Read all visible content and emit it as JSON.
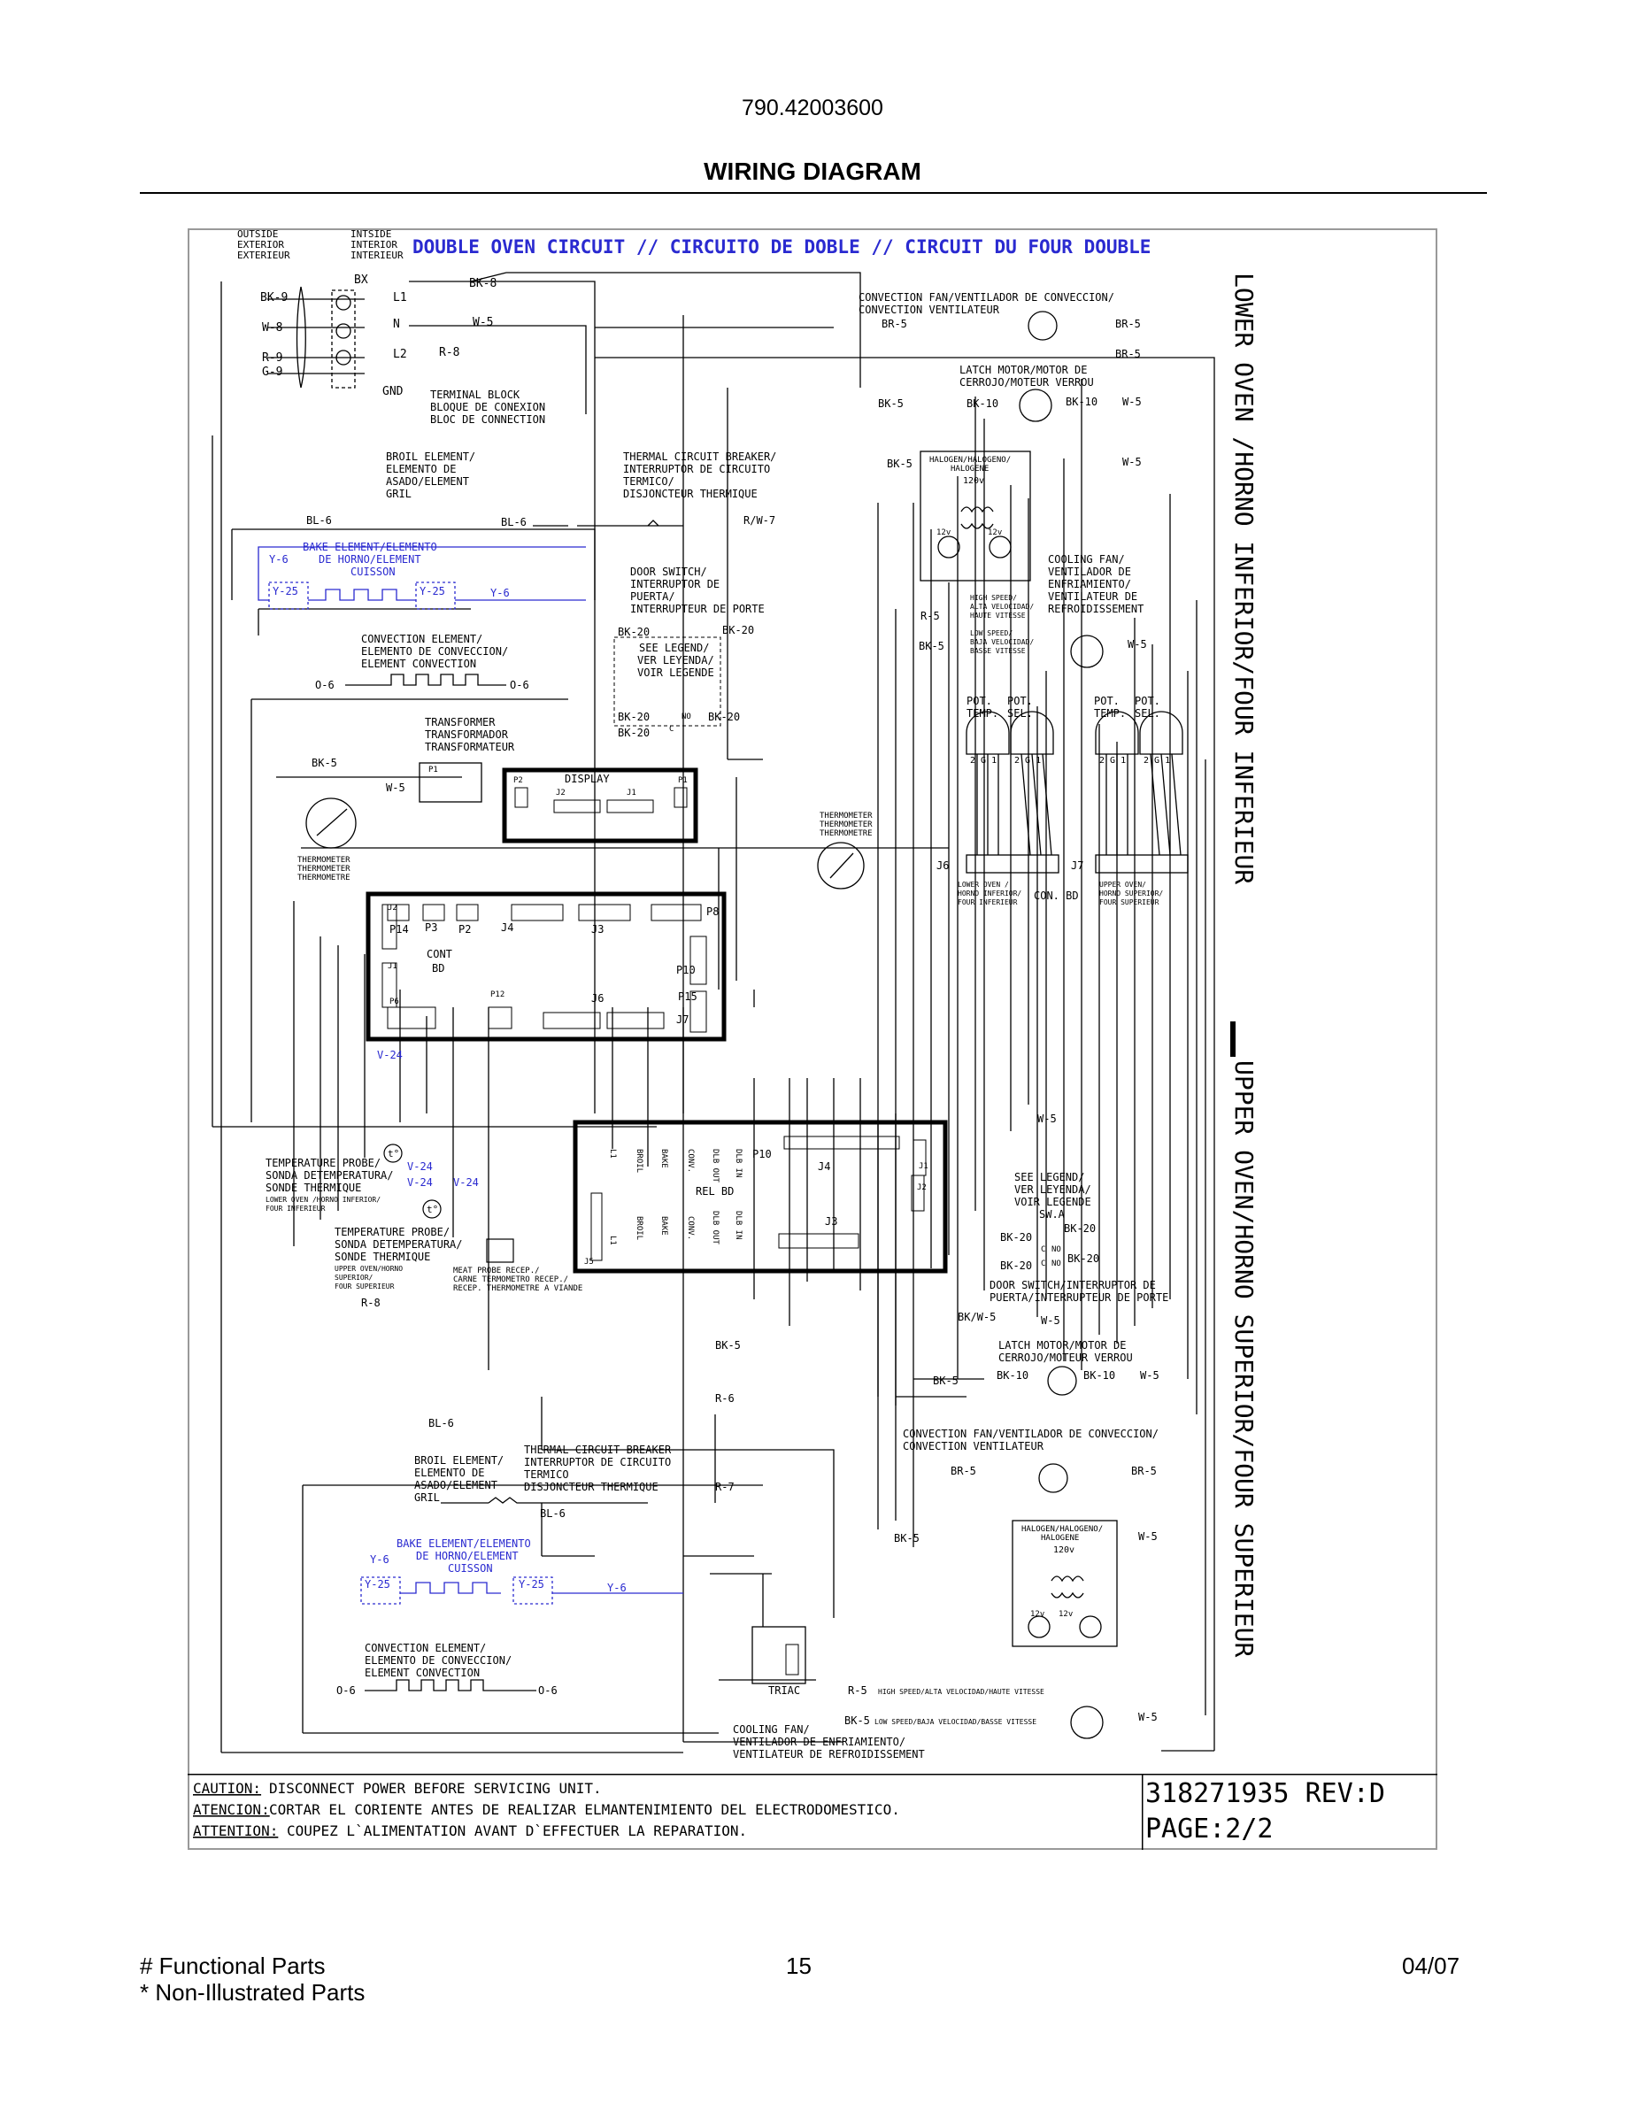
{
  "header": {
    "model": "790.42003600",
    "title": "WIRING DIAGRAM"
  },
  "diagram": {
    "zones": [
      "OUTSIDE",
      "EXTERIOR",
      "EXTERIEUR",
      "INTSIDE",
      "INTERIOR",
      "INTERIEUR"
    ],
    "banner": "DOUBLE OVEN CIRCUIT // CIRCUITO DE DOBLE // CIRCUIT DU FOUR DOUBLE",
    "side_title_lower": "LOWER OVEN /HORNO INFERIOR/FOUR INFERIEUR",
    "side_title_upper": "UPPER OVEN/HORNO SUPERIOR/FOUR SUPERIEUR",
    "terminal": {
      "bx": "BX",
      "l1": "L1",
      "n": "N",
      "l2": "L2",
      "gnd": "GND",
      "lines": [
        "TERMINAL BLOCK",
        "BLOQUE DE CONEXION",
        "BLOC DE CONNECTION"
      ]
    },
    "wires": {
      "bk9": "BK-9",
      "w8": "W-8",
      "r9": "R-9",
      "g9": "G-9",
      "bk8": "BK-8",
      "w5": "W-5",
      "r8": "R-8",
      "br5": "BR-5",
      "bk5": "BK-5",
      "bk10": "BK-10",
      "bl6": "BL-6",
      "y6": "Y-6",
      "y25": "Y-25",
      "o6": "O-6",
      "rw7": "R/W-7",
      "bk20": "BK-20",
      "r5": "R-5",
      "v24": "V-24",
      "r6": "R-6",
      "r7": "R-7",
      "bkw5": "BK/W-5",
      "no": "NO",
      "c": "C"
    },
    "labels": {
      "conv_fan_lower": [
        "CONVECTION FAN/VENTILADOR DE CONVECCION/",
        "CONVECTION VENTILATEUR"
      ],
      "latch_lower": [
        "LATCH MOTOR/MOTOR DE",
        "CERROJO/MOTEUR VERROU"
      ],
      "broil_lower": [
        "BROIL ELEMENT/",
        "ELEMENTO DE",
        "ASADO/ELEMENT",
        "GRIL"
      ],
      "thermal_lower": [
        "THERMAL CIRCUIT BREAKER/",
        "INTERRUPTOR DE CIRCUITO",
        "TERMICO/",
        "DISJONCTEUR THERMIQUE"
      ],
      "halogen": [
        "HALOGEN/HALOGENO/",
        "HALOGENE"
      ],
      "v120": "120v",
      "v12": "12v",
      "bake_lower": [
        "BAKE ELEMENT/ELEMENTO",
        "DE HORNO/ELEMENT",
        "CUISSON"
      ],
      "door_switch_lower": [
        "DOOR SWITCH/",
        "INTERRUPTOR DE",
        "PUERTA/",
        "INTERRUPTEUR DE PORTE"
      ],
      "see_legend": [
        "SEE LEGEND/",
        "VER LEYENDA/",
        "VOIR LEGENDE"
      ],
      "cooling_fan_lower": [
        "COOLING FAN/",
        "VENTILADOR DE",
        "ENFRIAMIENTO/",
        "VENTILATEUR DE",
        "REFROIDISSEMENT"
      ],
      "high_speed": [
        "HIGH SPEED/",
        "ALTA VELOCIDAD/",
        "HAUTE VITESSE"
      ],
      "low_speed": [
        "LOW SPEED/",
        "BAJA VELOCIDAD/",
        "BASSE VITESSE"
      ],
      "conv_elem": [
        "CONVECTION ELEMENT/",
        "ELEMENTO DE CONVECCION/",
        "ELEMENT CONVECTION"
      ],
      "transformer": [
        "TRANSFORMER",
        "TRANSFORMADOR",
        "TRANSFORMATEUR"
      ],
      "pot_temp": [
        "POT.",
        "TEMP."
      ],
      "pot_sel": [
        "POT.",
        "SEL."
      ],
      "pot_pins": "2 G 1",
      "thermometer": [
        "THERMOMETER",
        "THERMOMETER",
        "THERMOMETRE"
      ],
      "display": "DISPLAY",
      "p1": "P1",
      "p2": "P2",
      "j1": "J1",
      "j2": "J2",
      "j3": "J3",
      "j4": "J4",
      "j6": "J6",
      "j7": "J7",
      "j5": "J5",
      "p3": "P3",
      "p6": "P6",
      "p8": "P8",
      "p10": "P10",
      "p12": "P12",
      "p14": "P14",
      "p15": "P15",
      "one": "1",
      "cont_bd": [
        "CONT",
        "BD"
      ],
      "con_bd": "CON. BD",
      "lower_oven": [
        "LOWER OVEN /",
        "HORNO INFERIOR/",
        "FOUR INFERIEUR"
      ],
      "upper_oven": [
        "UPPER OVEN/",
        "HORNO SUPERIOR/",
        "FOUR SUPERIEUR"
      ],
      "probe_lower": [
        "TEMPERATURE PROBE/",
        "SONDA DETEMPERATURA/",
        "SONDE THERMIQUE"
      ],
      "probe_lower_sub": [
        "LOWER OVEN /HORNO INFERIOR/",
        "FOUR INFERIEUR"
      ],
      "probe_upper": [
        "TEMPERATURE PROBE/",
        "SONDA DETEMPERATURA/",
        "SONDE THERMIQUE"
      ],
      "probe_upper_sub": [
        "UPPER OVEN/HORNO",
        "SUPERIOR/",
        "FOUR SUPERIEUR"
      ],
      "meat_probe": [
        "MEAT PROBE RECEP./",
        "CARNE TERMOMETRO RECEP./",
        "RECEP. THERMOMETRE A VIANDE"
      ],
      "t_sym": "t°",
      "rel_bd": "REL BD",
      "relay_pins": [
        "L1",
        "BROIL",
        "BAKE",
        "CONV.",
        "DLB OUT",
        "DLB IN"
      ],
      "sw_a": "SW.A",
      "door_switch_upper": [
        "DOOR SWITCH/INTERRUPTOR DE",
        "PUERTA/INTERRUPTEUR DE PORTE"
      ],
      "latch_upper": [
        "LATCH MOTOR/MOTOR DE",
        "CERROJO/MOTEUR VERROU"
      ],
      "conv_fan_upper": [
        "CONVECTION FAN/VENTILADOR DE CONVECCION/",
        "CONVECTION VENTILATEUR"
      ],
      "thermal_upper": [
        "THERMAL CIRCUIT BREAKER",
        "INTERRUPTOR DE CIRCUITO",
        "TERMICO",
        "DISJONCTEUR THERMIQUE"
      ],
      "broil_upper": [
        "BROIL ELEMENT/",
        "ELEMENTO DE",
        "ASADO/ELEMENT",
        "GRIL"
      ],
      "bake_upper": [
        "BAKE ELEMENT/ELEMENTO",
        "DE HORNO/ELEMENT",
        "CUISSON"
      ],
      "triac": "TRIAC",
      "r5_high": "HIGH SPEED/ALTA VELOCIDAD/HAUTE VITESSE",
      "bk5_low": "LOW SPEED/BAJA VELOCIDAD/BASSE VITESSE",
      "cooling_fan_upper": [
        "COOLING FAN/",
        "VENTILADOR DE ENFRIAMIENTO/",
        "VENTILATEUR DE REFROIDISSEMENT"
      ]
    },
    "caution": {
      "caution_label": "CAUTION:",
      "caution_text": " DISCONNECT POWER BEFORE SERVICING UNIT.",
      "atencion_label": "ATENCION:",
      "atencion_text": "CORTAR EL CORIENTE ANTES DE REALIZAR ELMANTENIMIENTO DEL ELECTRODOMESTICO.",
      "attention_label": "ATTENTION:",
      "attention_text": "COUPEZ L`ALIMENTATION AVANT D`EFFECTUER LA REPARATION."
    },
    "part_number": "318271935 REV:D",
    "page": "PAGE:2/2"
  },
  "footer": {
    "functional": "# Functional Parts",
    "non_illustrated": "* Non-Illustrated Parts",
    "page_number": "15",
    "date": "04/07"
  },
  "colors": {
    "blue": "#2a2ad0",
    "black": "#000000"
  }
}
